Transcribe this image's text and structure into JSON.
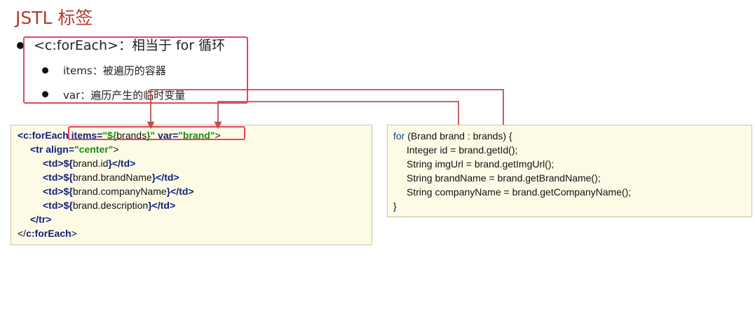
{
  "title": "JSTL 标签",
  "bullets": {
    "main": "<c:forEach>：相当于 for 循环",
    "items": "items：被遍历的容器",
    "var": "var：遍历产生的临时变量"
  },
  "jsp_code": {
    "l1_open": "<c:forEach ",
    "l1_items_attr": "items=",
    "l1_items_val_a": "\"${",
    "l1_items_val_b": "brands",
    "l1_items_val_c": "}\"",
    "l1_var_attr": " var=",
    "l1_var_val": "\"brand\"",
    "l1_close": ">",
    "l2_open": "<tr ",
    "l2_attr": "align=",
    "l2_val": "\"center\"",
    "l2_close": ">",
    "td_open": "<td>",
    "td_close": "</td>",
    "el_open": "${",
    "el_close": "}",
    "l3_expr": "brand.id",
    "l4_expr": "brand.brandName",
    "l5_expr": "brand.companyName",
    "l6_expr": "brand.description",
    "l7": "</tr>",
    "l8_a": "</",
    "l8_b": "c:forEach",
    "l8_c": ">"
  },
  "java_code": {
    "l1_kw": "for",
    "l1_rest": " (Brand brand : brands) {",
    "l2": "Integer id = brand.getId();",
    "l3": "String imgUrl = brand.getImgUrl();",
    "l4": "String brandName = brand.getBrandName();",
    "l5": "String companyName = brand.getCompanyName();",
    "l6": "}"
  },
  "colors": {
    "title": "#b13a2d",
    "highlight": "#e0475f",
    "arrow": "#c0504d",
    "code_bg": "#fdfbe6"
  }
}
